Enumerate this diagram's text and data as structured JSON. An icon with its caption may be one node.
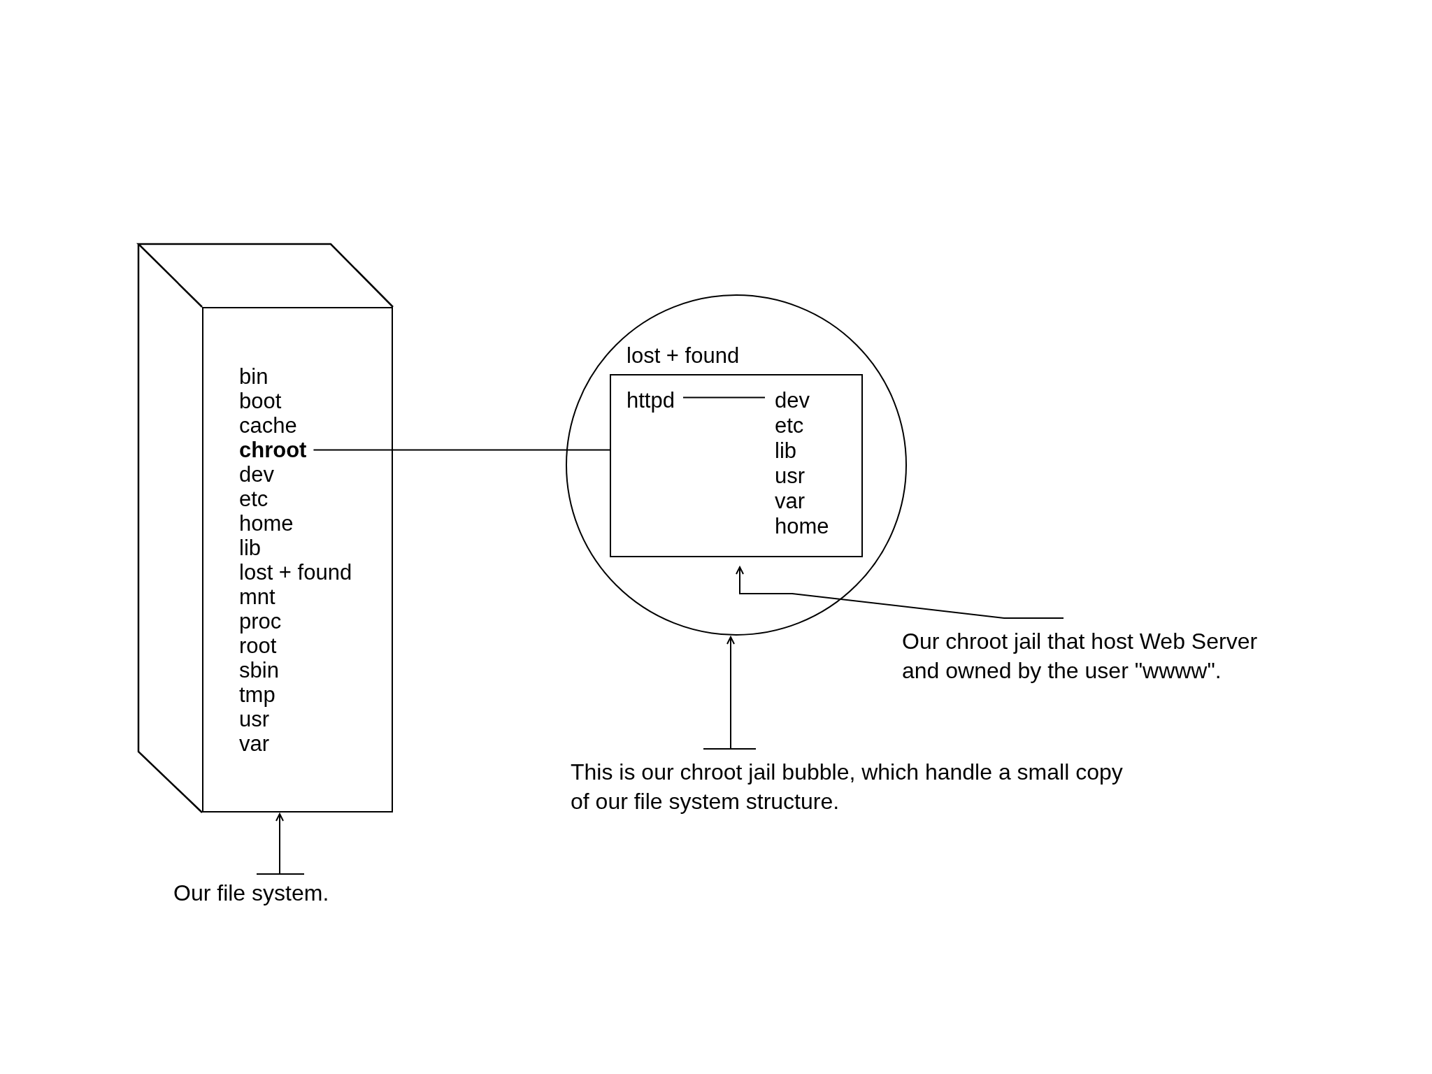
{
  "diagram": {
    "nodes": [
      {
        "text": [
          "bin",
          "boot",
          "cache",
          "dev",
          "etc",
          "home",
          "lib",
          "lost + found",
          "mnt",
          "proc",
          "root",
          "sbin",
          "tmp",
          "usr",
          "var"
        ]
      },
      {
        "text": [
          "chroot"
        ],
        "in": 0
      },
      {
        "text": [
          "lost + found"
        ]
      },
      {
        "text": [
          "etc",
          "lib",
          "usr",
          "var",
          "home"
        ],
        "in": 2
      },
      {
        "text": [
          "httpd"
        ],
        "in": 3
      },
      {
        "text": [
          "dev"
        ],
        "in": 3
      },
      {
        "text": [
          "Our chroot jail that host Web Server and owned by the user \"wwww\"."
        ]
      },
      {
        "text": [
          "This is our chroot jail bubble, which handle a small copy of our file system structure."
        ]
      },
      {
        "text": [
          "Our file system."
        ]
      }
    ],
    "edges": [
      {
        "from": 1,
        "to": 3,
        "arrow": "none"
      },
      {
        "from": 4,
        "to": 5,
        "arrow": "none"
      },
      {
        "from": 6,
        "to": 3,
        "arrow": "to"
      },
      {
        "from": 7,
        "to": 2,
        "arrow": "to"
      },
      {
        "from": 8,
        "to": 0,
        "arrow": "to"
      }
    ]
  }
}
